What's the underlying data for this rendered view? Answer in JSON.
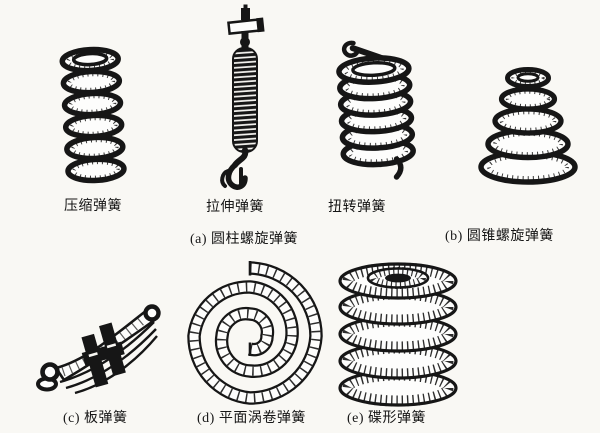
{
  "page": {
    "background_color": "#f9f8f4",
    "ink_color": "#161616"
  },
  "figure": {
    "captions": {
      "compression": "压缩弹簧",
      "extension": "拉伸弹簧",
      "torsion": "扭转弹簧",
      "group_a": "(a) 圆柱螺旋弹簧",
      "group_b": "(b) 圆锥螺旋弹簧",
      "group_c": "(c) 板弹簧",
      "group_d": "(d) 平面涡卷弹簧",
      "group_e": "(e) 碟形弹簧"
    },
    "illustrations": [
      "compression-coil-spring",
      "extension-coil-spring-with-hooks",
      "torsion-coil-spring",
      "conical-coil-spring",
      "leaf-spring",
      "flat-spiral-spring",
      "belleville-disc-spring-stack"
    ]
  }
}
